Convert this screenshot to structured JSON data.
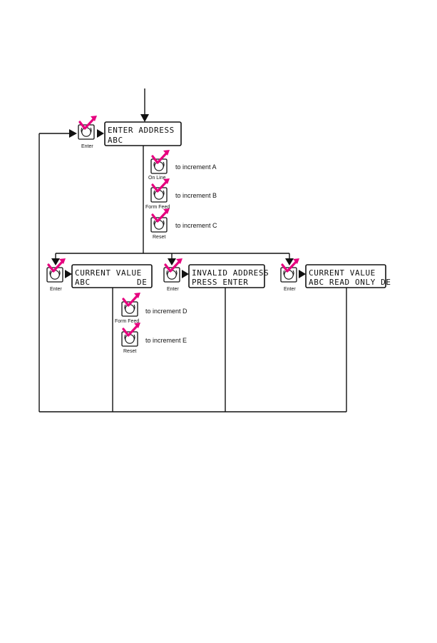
{
  "colors": {
    "accent": "#e6007e",
    "line": "#111111",
    "background": "#ffffff"
  },
  "screens": {
    "enter_address": {
      "line1": "ENTER ADDRESS",
      "line2": "ABC"
    },
    "current_value": {
      "line1": "CURRENT VALUE",
      "line2_left": "ABC",
      "line2_right": "DE"
    },
    "invalid_address": {
      "line1": "INVALID ADDRESS",
      "line2": "PRESS ENTER"
    },
    "current_value_ro": {
      "line1": "CURRENT VALUE",
      "line2": "ABC READ ONLY DE"
    }
  },
  "buttons": {
    "enter": "Enter",
    "on_line": "On Line",
    "form_feed": "Form Feed",
    "reset": "Reset"
  },
  "steps": {
    "increment_a": "to increment A",
    "increment_b": "to increment B",
    "increment_c": "to increment C",
    "increment_d": "to increment D",
    "increment_e": "to increment E"
  },
  "icons": {
    "key": "printer-key-icon",
    "press": "press-checkmark-icon"
  }
}
